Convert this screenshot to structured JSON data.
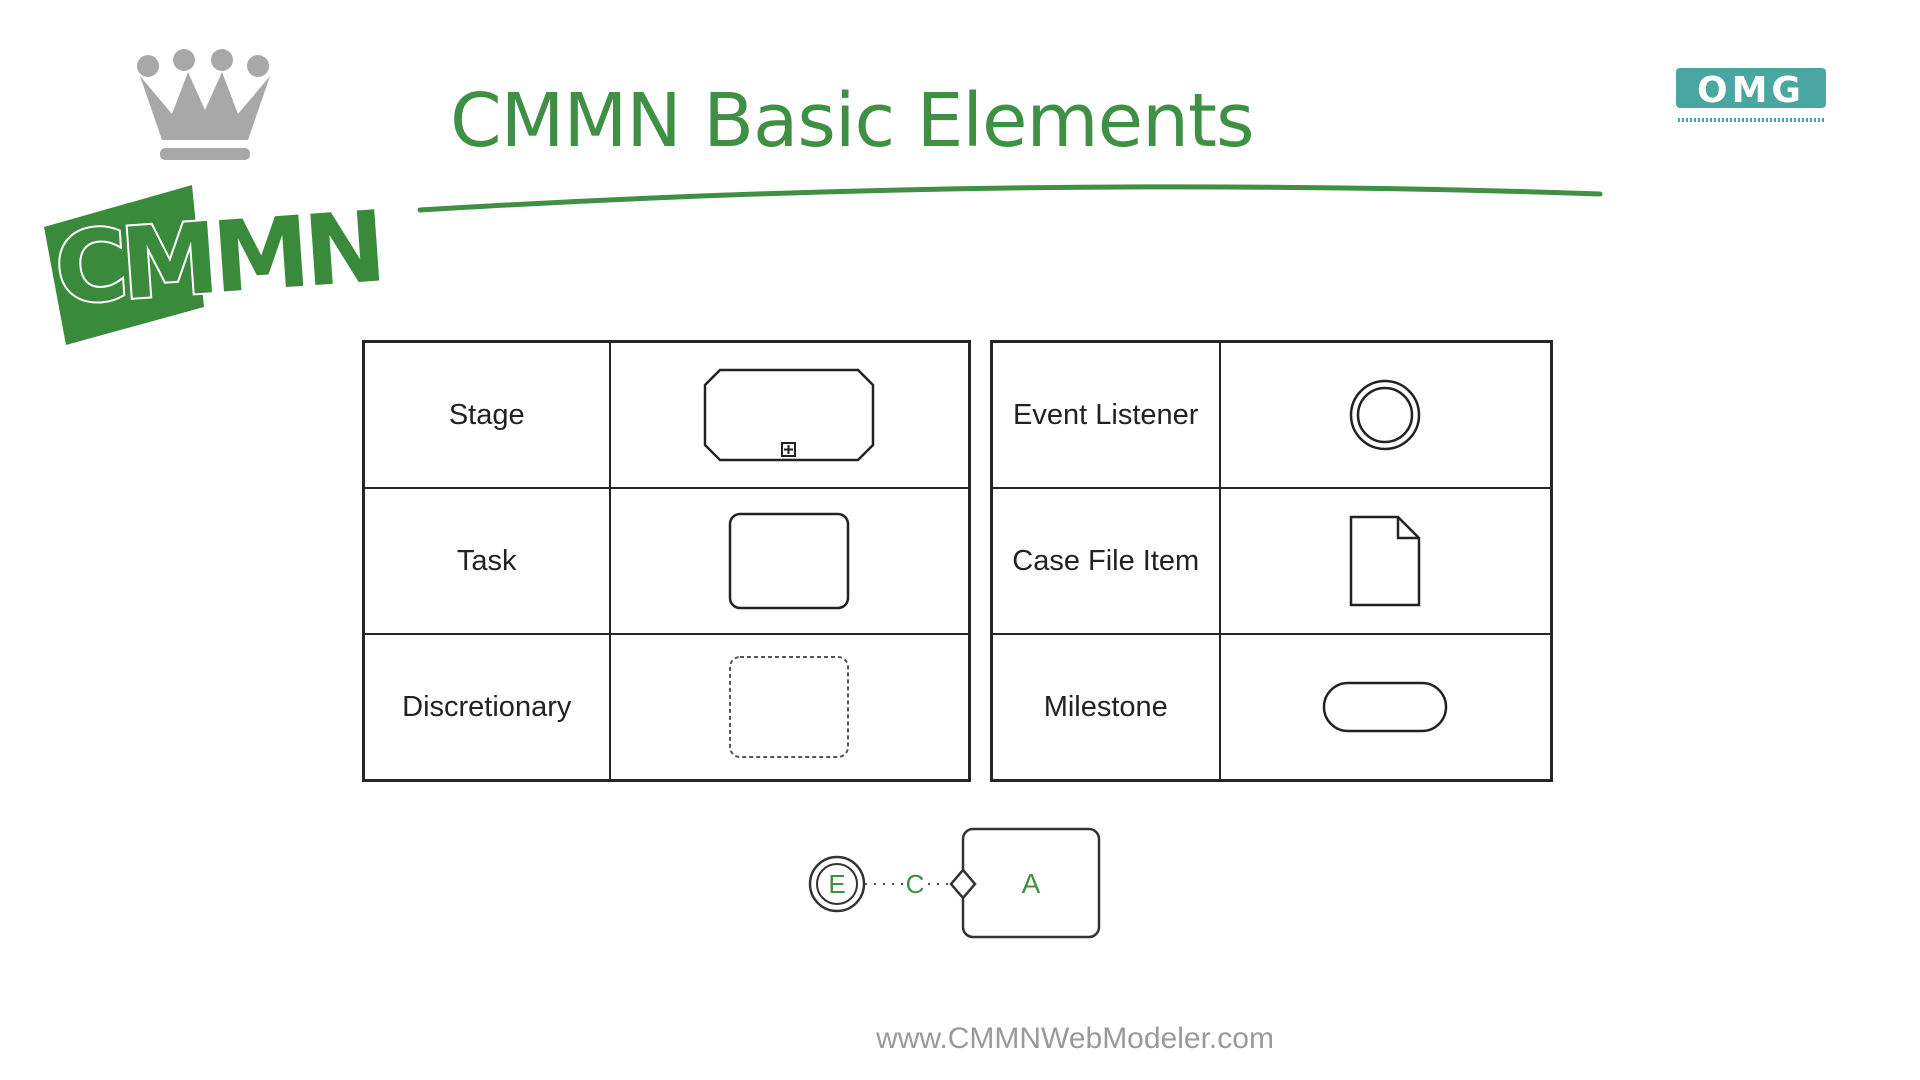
{
  "slide": {
    "title": "CMMN Basic Elements",
    "website": "www.CMMNWebModeler.com"
  },
  "branding": {
    "logo_text": "CMMN",
    "omg_text": "OMG",
    "crown_icon": "crown-icon",
    "accent_color": "#3f8f45"
  },
  "elements_left": [
    {
      "label": "Stage",
      "icon": "stage-shape"
    },
    {
      "label": "Task",
      "icon": "task-shape"
    },
    {
      "label": "Discretionary",
      "icon": "discretionary-task-shape"
    }
  ],
  "elements_right": [
    {
      "label": "Event Listener",
      "icon": "event-listener-shape"
    },
    {
      "label": "Case File Item",
      "icon": "case-file-item-shape"
    },
    {
      "label": "Milestone",
      "icon": "milestone-shape"
    }
  ],
  "example": {
    "event_label": "E",
    "connector_label": "C",
    "task_label": "A"
  }
}
